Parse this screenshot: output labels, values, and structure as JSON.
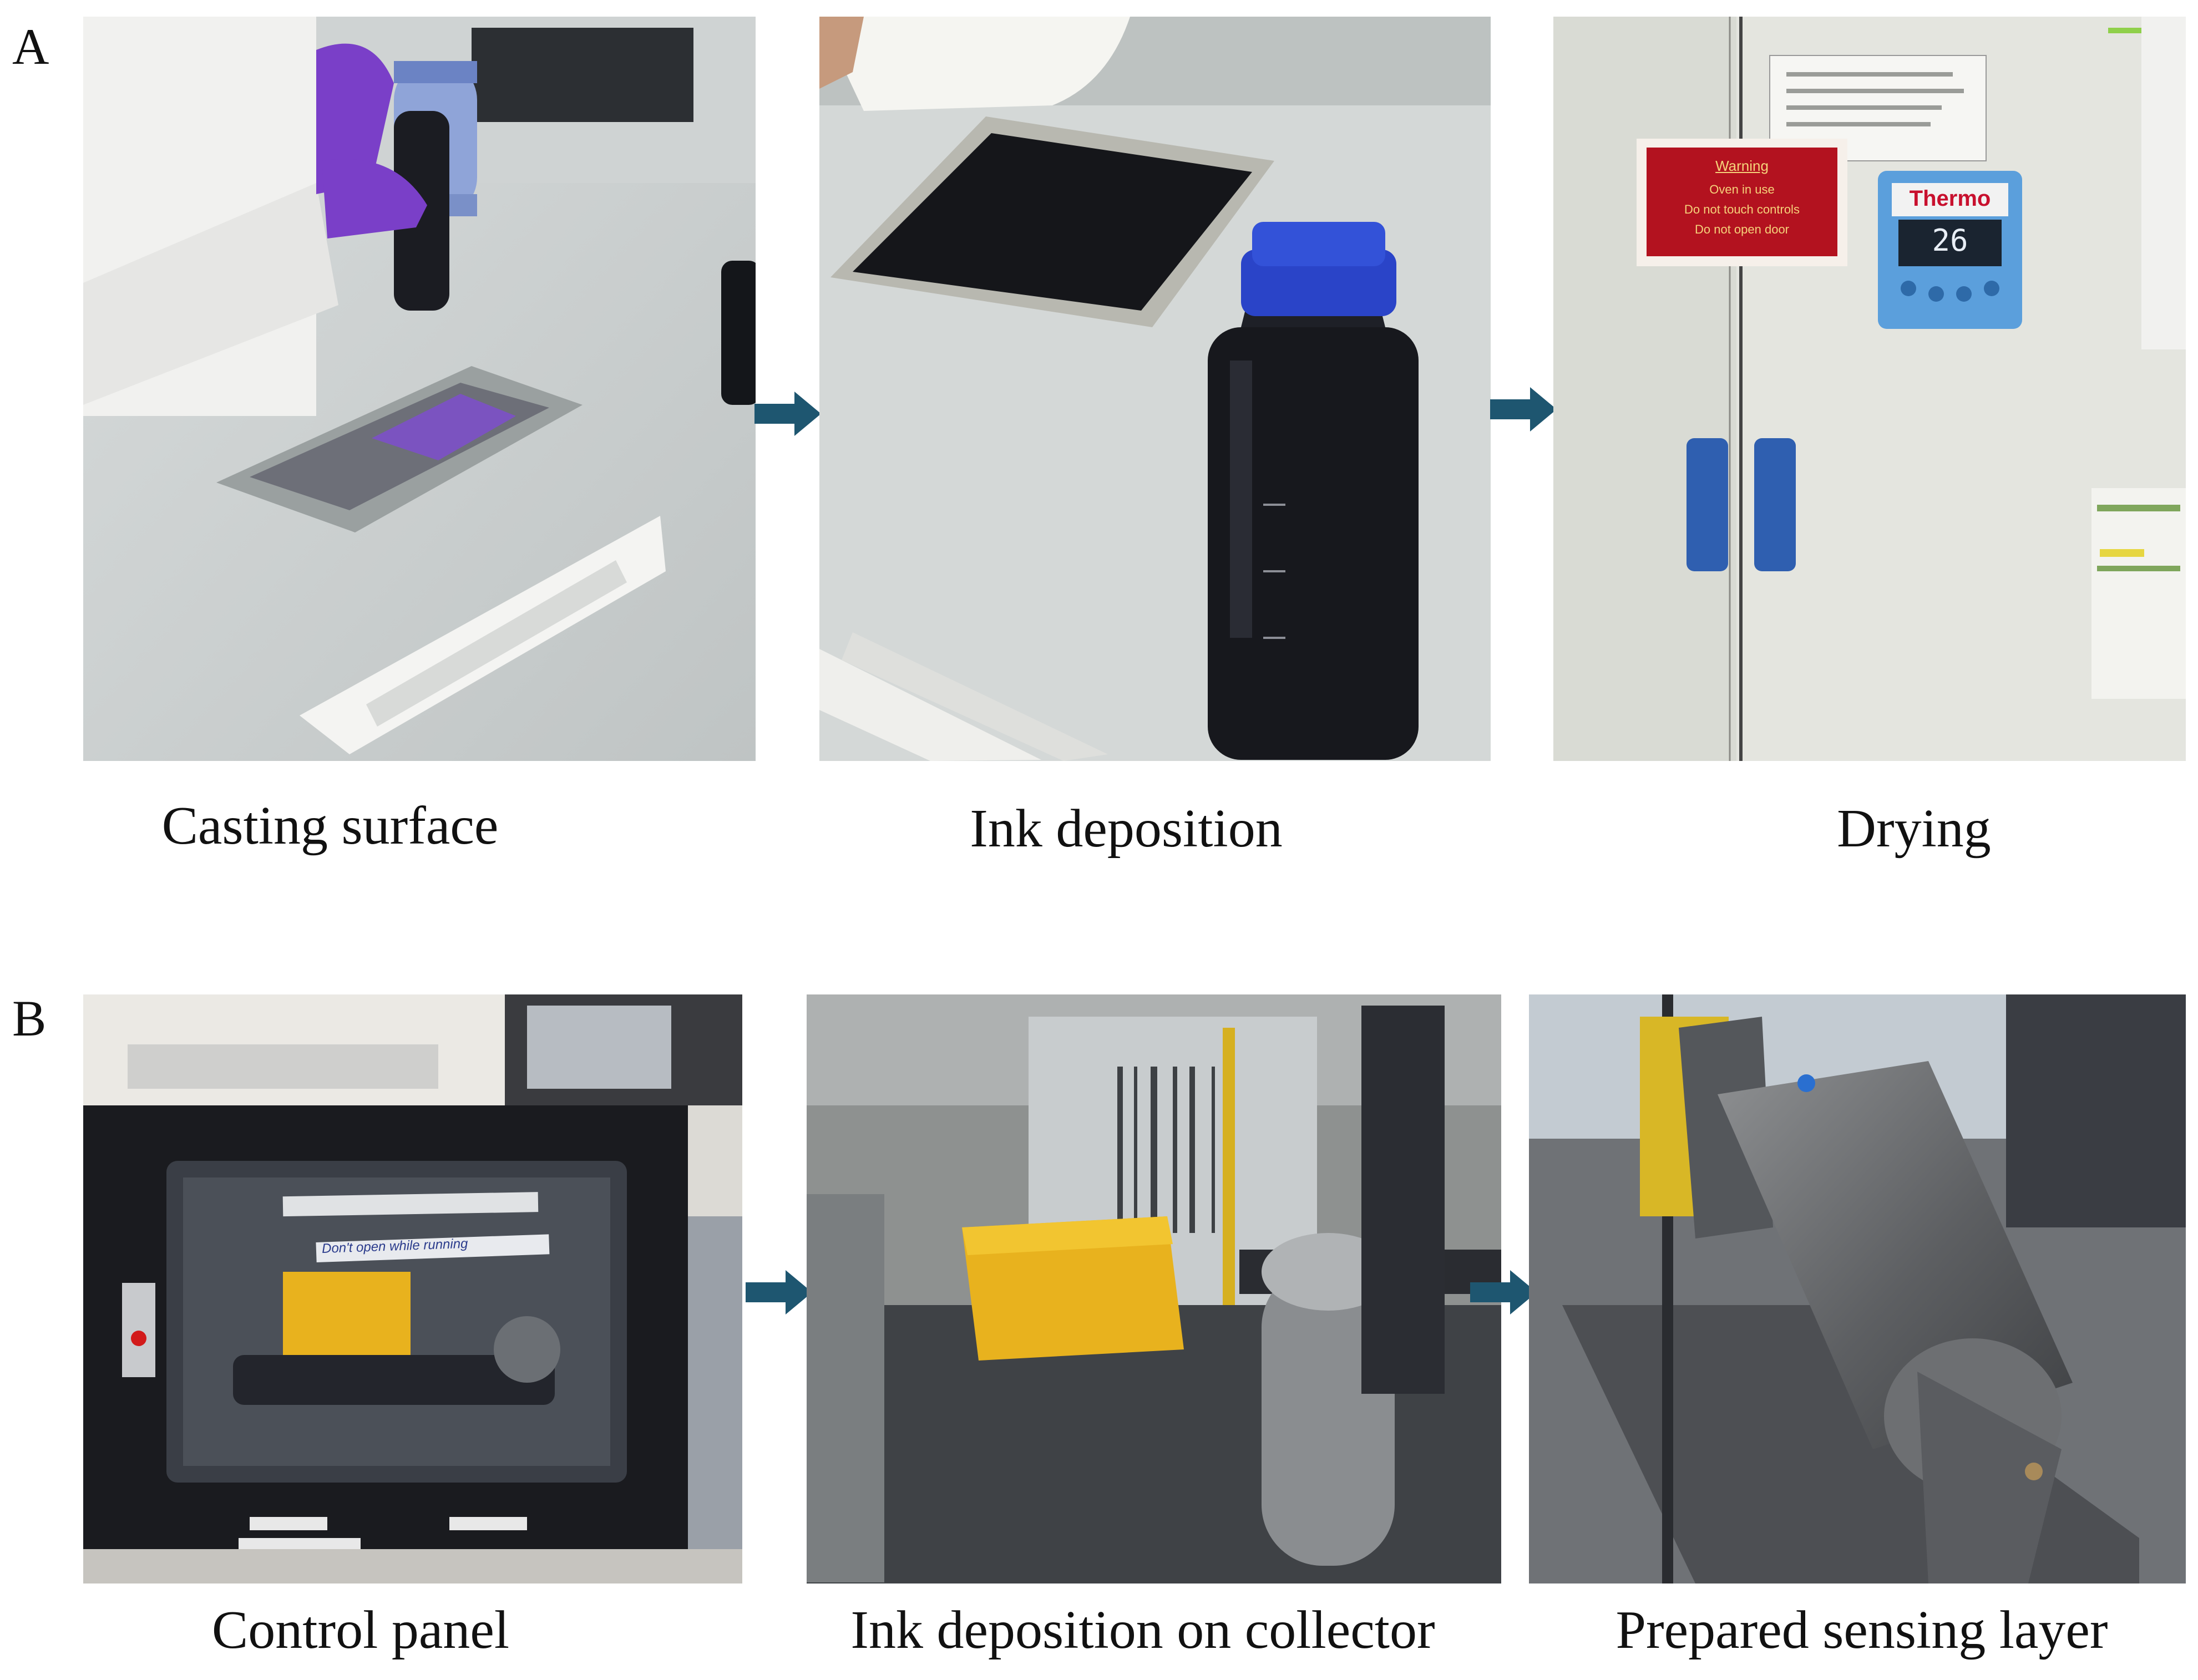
{
  "panels": [
    {
      "letter": "A",
      "steps": [
        {
          "caption": "Casting surface"
        },
        {
          "caption": "Ink deposition"
        },
        {
          "caption": "Drying",
          "warning_sign": {
            "title": "Warning",
            "lines": [
              "Oven in use",
              "Do not touch controls",
              "Do not open door"
            ]
          },
          "controller_brand": "Thermo",
          "controller_reading": "26"
        }
      ]
    },
    {
      "letter": "B",
      "steps": [
        {
          "caption": "Control panel",
          "label_strip": "Don't open while running"
        },
        {
          "caption": "Ink deposition on collector"
        },
        {
          "caption": "Prepared sensing layer"
        }
      ]
    }
  ],
  "colors": {
    "arrow": "#1e5670",
    "bottle_cap": "#2a44c8",
    "glove": "#7a3fc8",
    "box_yellow": "#e8b21e",
    "warning_red": "#b3121f"
  },
  "icons": {
    "arrow": "right-arrow-icon"
  }
}
